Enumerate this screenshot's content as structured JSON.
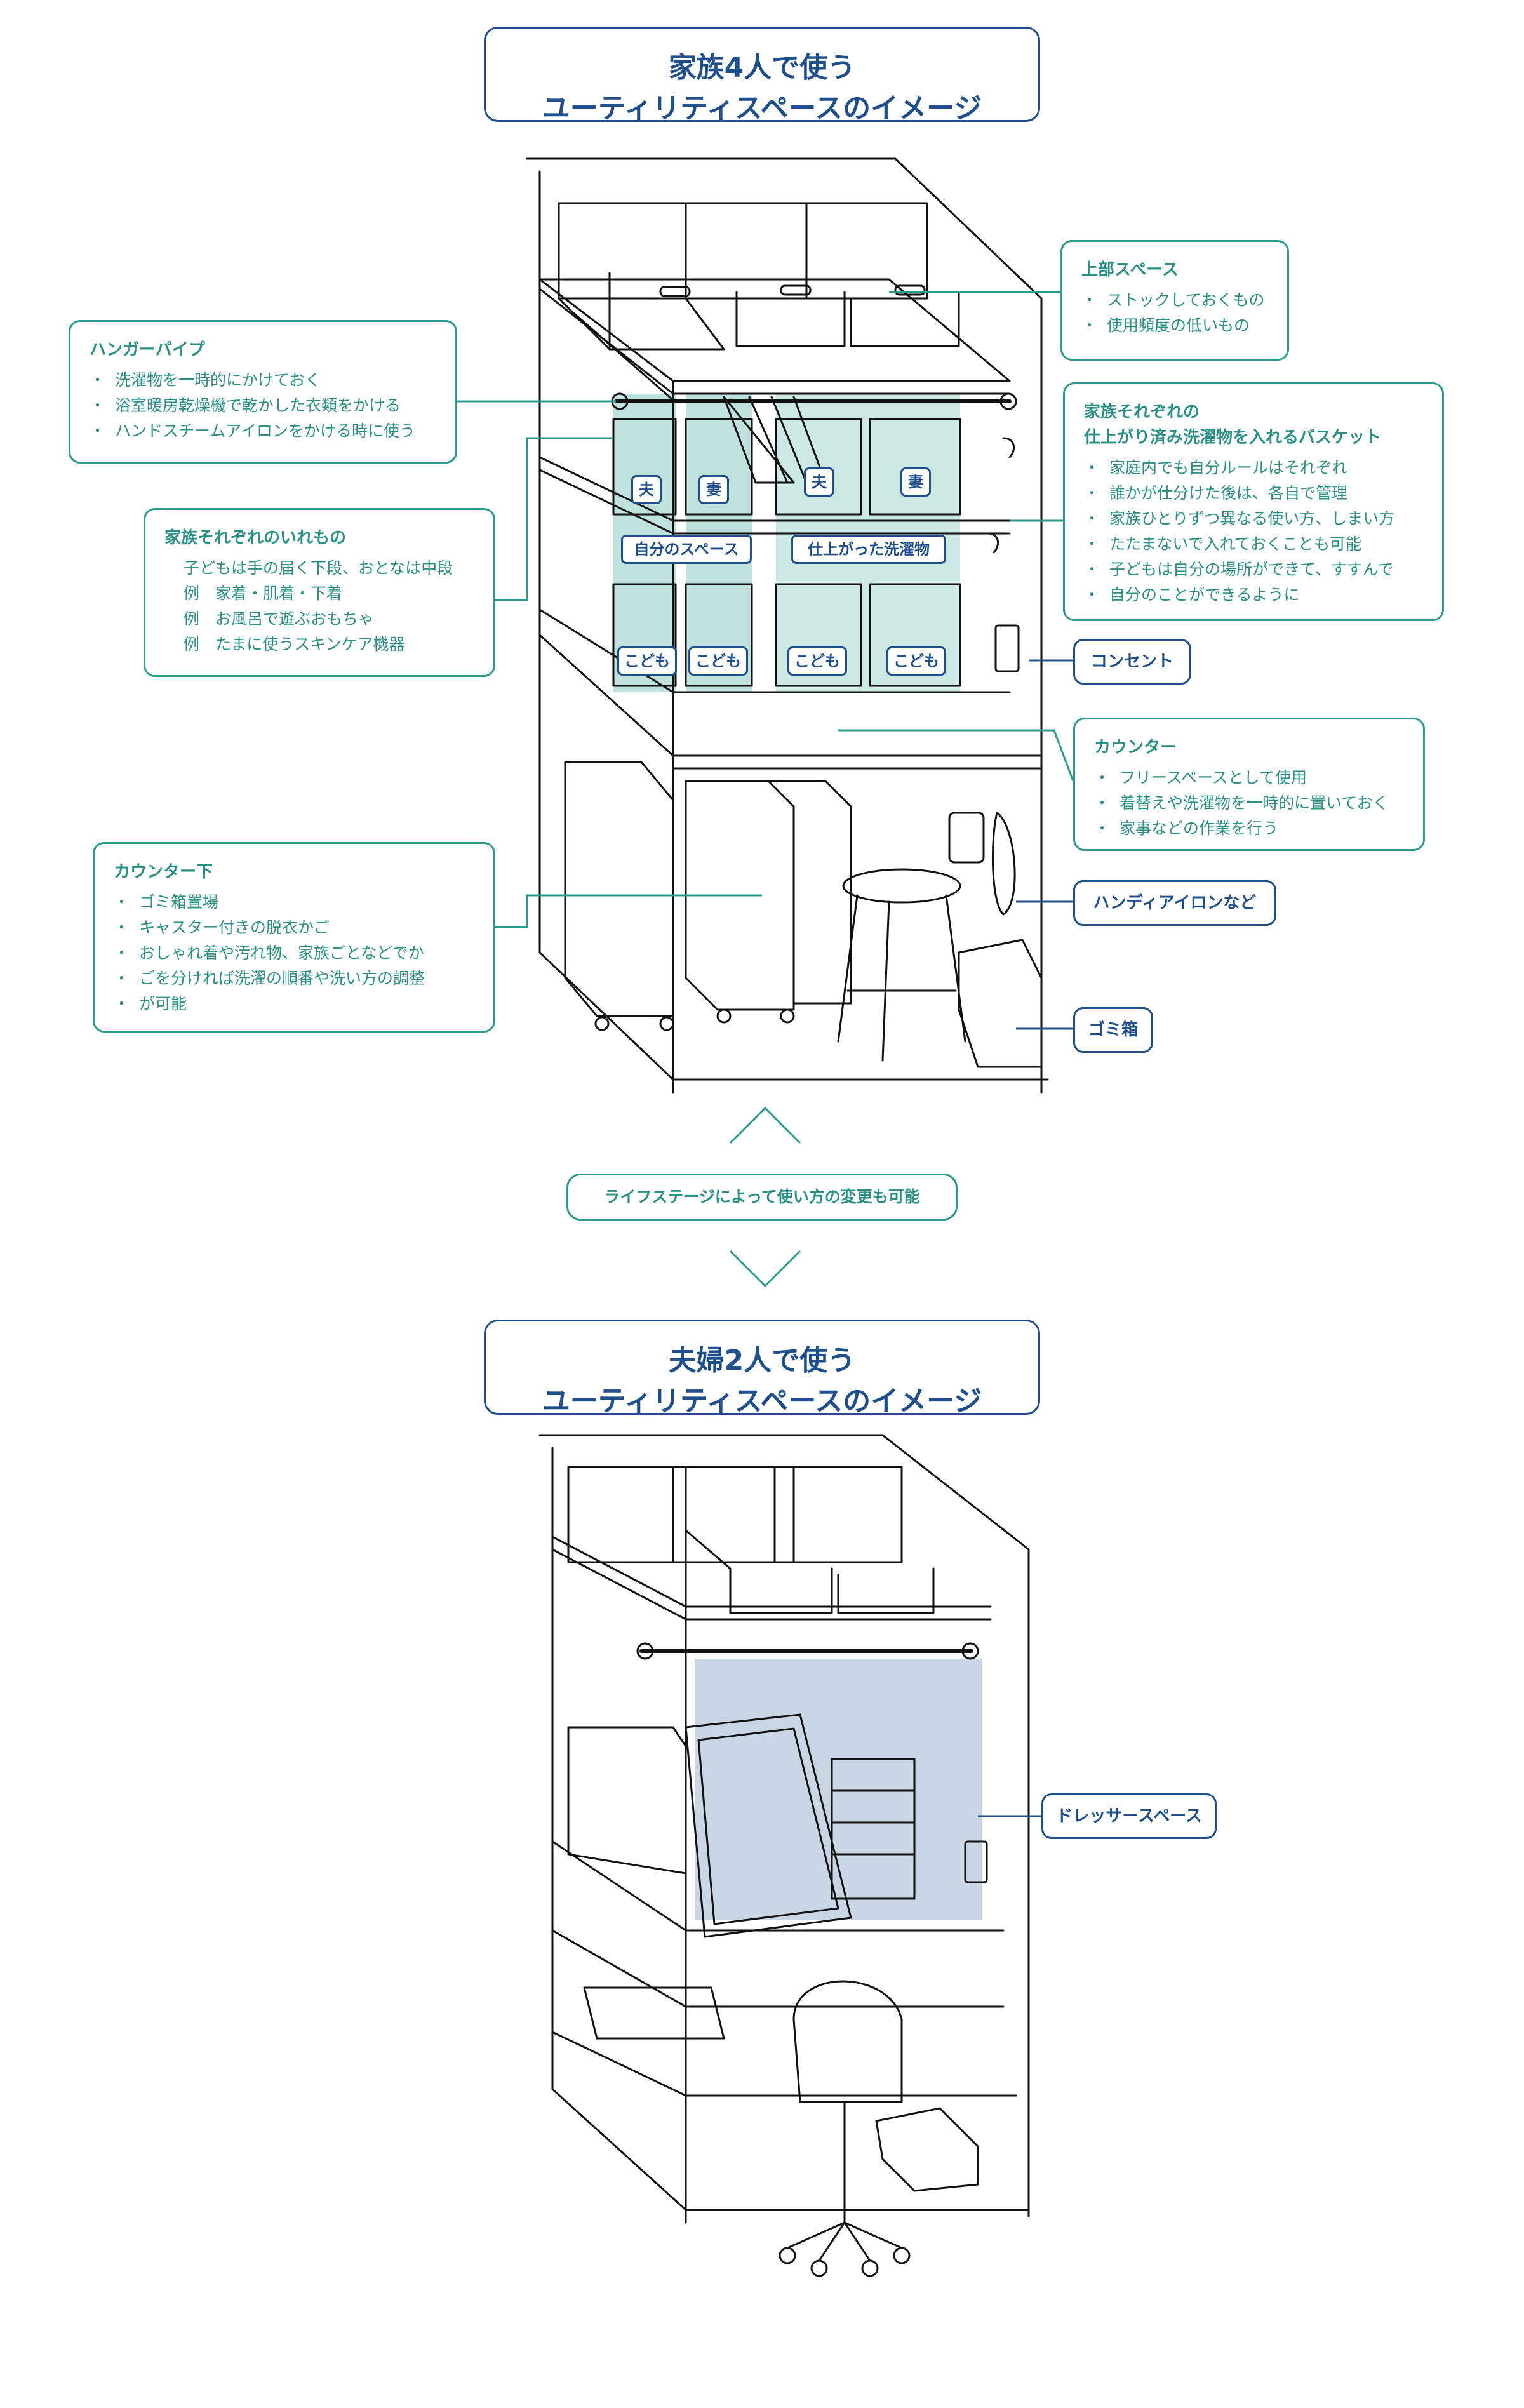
{
  "section1": {
    "title_line1": "家族4人で使う",
    "title_line2": "ユーティリティスペースのイメージ"
  },
  "section2": {
    "title_line1": "夫婦2人で使う",
    "title_line2": "ユーティリティスペースのイメージ"
  },
  "notes": {
    "upper_space": {
      "heading": "上部スペース",
      "items": [
        "ストックしておくもの",
        "使用頻度の低いもの"
      ]
    },
    "hanger_pipe": {
      "heading": "ハンガーパイプ",
      "items": [
        "洗濯物を一時的にかけておく",
        "浴室暖房乾燥機で乾かした衣類をかける",
        "ハンドスチームアイロンをかける時に使う"
      ]
    },
    "baskets": {
      "heading_line1": "家族それぞれの",
      "heading_line2": "仕上がり済み洗濯物を入れるバスケット",
      "items": [
        "家庭内でも自分ルールはそれぞれ",
        "誰かが仕分けた後は、各自で管理",
        "家族ひとりずつ異なる使い方、しまい方",
        "たたまないで入れておくことも可能",
        "子どもは自分の場所ができて、すすんで",
        "自分のことができるように"
      ]
    },
    "belongings": {
      "heading": "家族それぞれのいれもの",
      "items": [
        "子どもは手の届く下段、おとなは中段",
        "例　家着・肌着・下着",
        "例　お風呂で遊ぶおもちゃ",
        "例　たまに使うスキンケア機器"
      ]
    },
    "counter": {
      "heading": "カウンター",
      "items": [
        "フリースペースとして使用",
        "着替えや洗濯物を一時的に置いておく",
        "家事などの作業を行う"
      ]
    },
    "under_counter": {
      "heading": "カウンター下",
      "items": [
        "ゴミ箱置場",
        "キャスター付きの脱衣かご",
        "おしゃれ着や汚れ物、家族ごとなどでか",
        "ごを分ければ洗濯の順番や洗い方の調整",
        "が可能"
      ]
    }
  },
  "labels": {
    "outlet": "コンセント",
    "handy_iron": "ハンディアイロンなど",
    "trash": "ゴミ箱",
    "dresser_space": "ドレッサースペース",
    "life_stage": "ライフステージによって使い方の変更も可能"
  },
  "tags": {
    "husband1": "夫",
    "wife1": "妻",
    "husband2": "夫",
    "wife2": "妻",
    "own_space": "自分のスペース",
    "finished_laundry": "仕上がった洗濯物",
    "kid1": "こども",
    "kid2": "こども",
    "kid3": "こども",
    "kid4": "こども"
  },
  "colors": {
    "navy": "#1f4e8c",
    "teal": "#2a9a8d",
    "teal_highlight": "#bfe3dc",
    "blue_highlight": "#c8d6e6"
  }
}
